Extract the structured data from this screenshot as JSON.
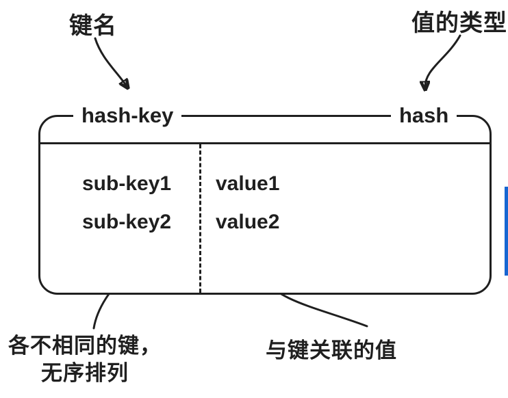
{
  "diagram": {
    "annotations": {
      "key_name": "键名",
      "value_type": "值的类型",
      "distinct_keys_line1": "各不相同的键，",
      "distinct_keys_line2": "无序排列",
      "associated_values": "与键关联的值"
    },
    "box": {
      "key_label": "hash-key",
      "type_label": "hash",
      "rows": [
        {
          "sub_key": "sub-key1",
          "value": "value1"
        },
        {
          "sub_key": "sub-key2",
          "value": "value2"
        }
      ]
    },
    "colors": {
      "ink": "#1f1f1f",
      "background": "#ffffff",
      "accent_bar": "#1766d1"
    }
  }
}
